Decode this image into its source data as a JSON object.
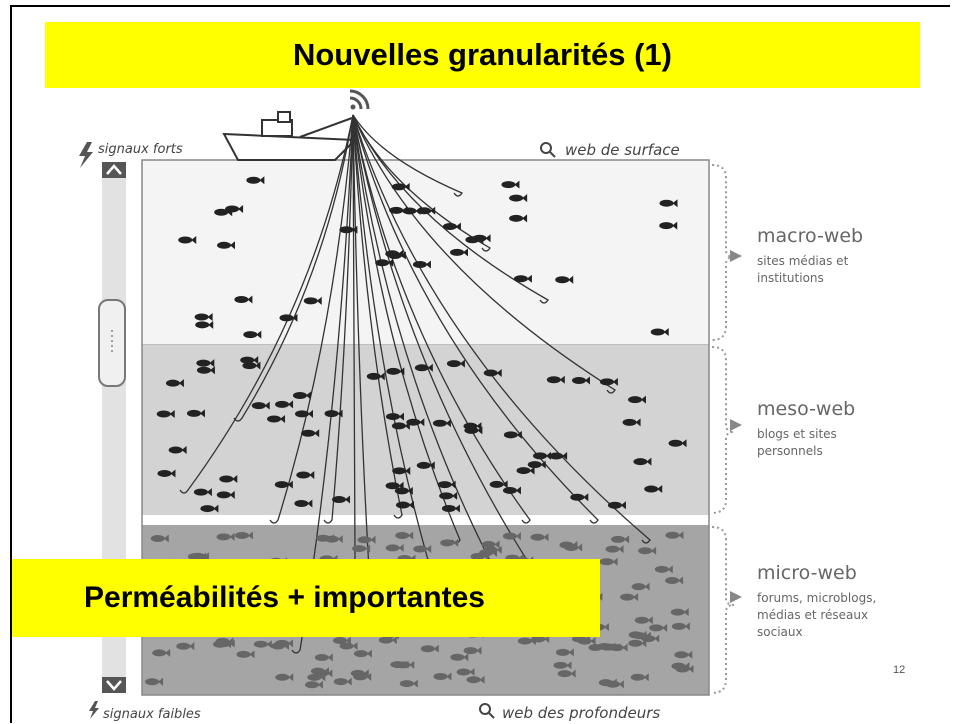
{
  "title": "Nouvelles granularités (1)",
  "callout": "Perméabilités + importantes",
  "labels": {
    "strong_signals": "signaux forts",
    "weak_signals": "signaux faibles",
    "surface_web": "web de surface",
    "deep_web": "web des profondeurs"
  },
  "layers": [
    {
      "name": "macro-web",
      "desc_lines": [
        "sites médias et",
        "institutions"
      ]
    },
    {
      "name": "meso-web",
      "desc_lines": [
        "blogs et sites",
        "personnels"
      ]
    },
    {
      "name": "micro-web",
      "desc_lines": [
        "forums, microblogs,",
        "médias et réseaux",
        "sociaux"
      ]
    }
  ],
  "slide_number": "12",
  "colors": {
    "highlight": "#ffff00",
    "macro_bg": "#f4f4f4",
    "meso_bg": "#d3d3d3",
    "micro_bg": "#a5a5a5",
    "fish": "#222222"
  },
  "icons": [
    "lightning-icon",
    "search-icon",
    "rss-icon",
    "boat-icon",
    "fish-icon",
    "scroll-up-icon",
    "scroll-down-icon",
    "scroll-handle-icon",
    "arrow-right-icon"
  ]
}
